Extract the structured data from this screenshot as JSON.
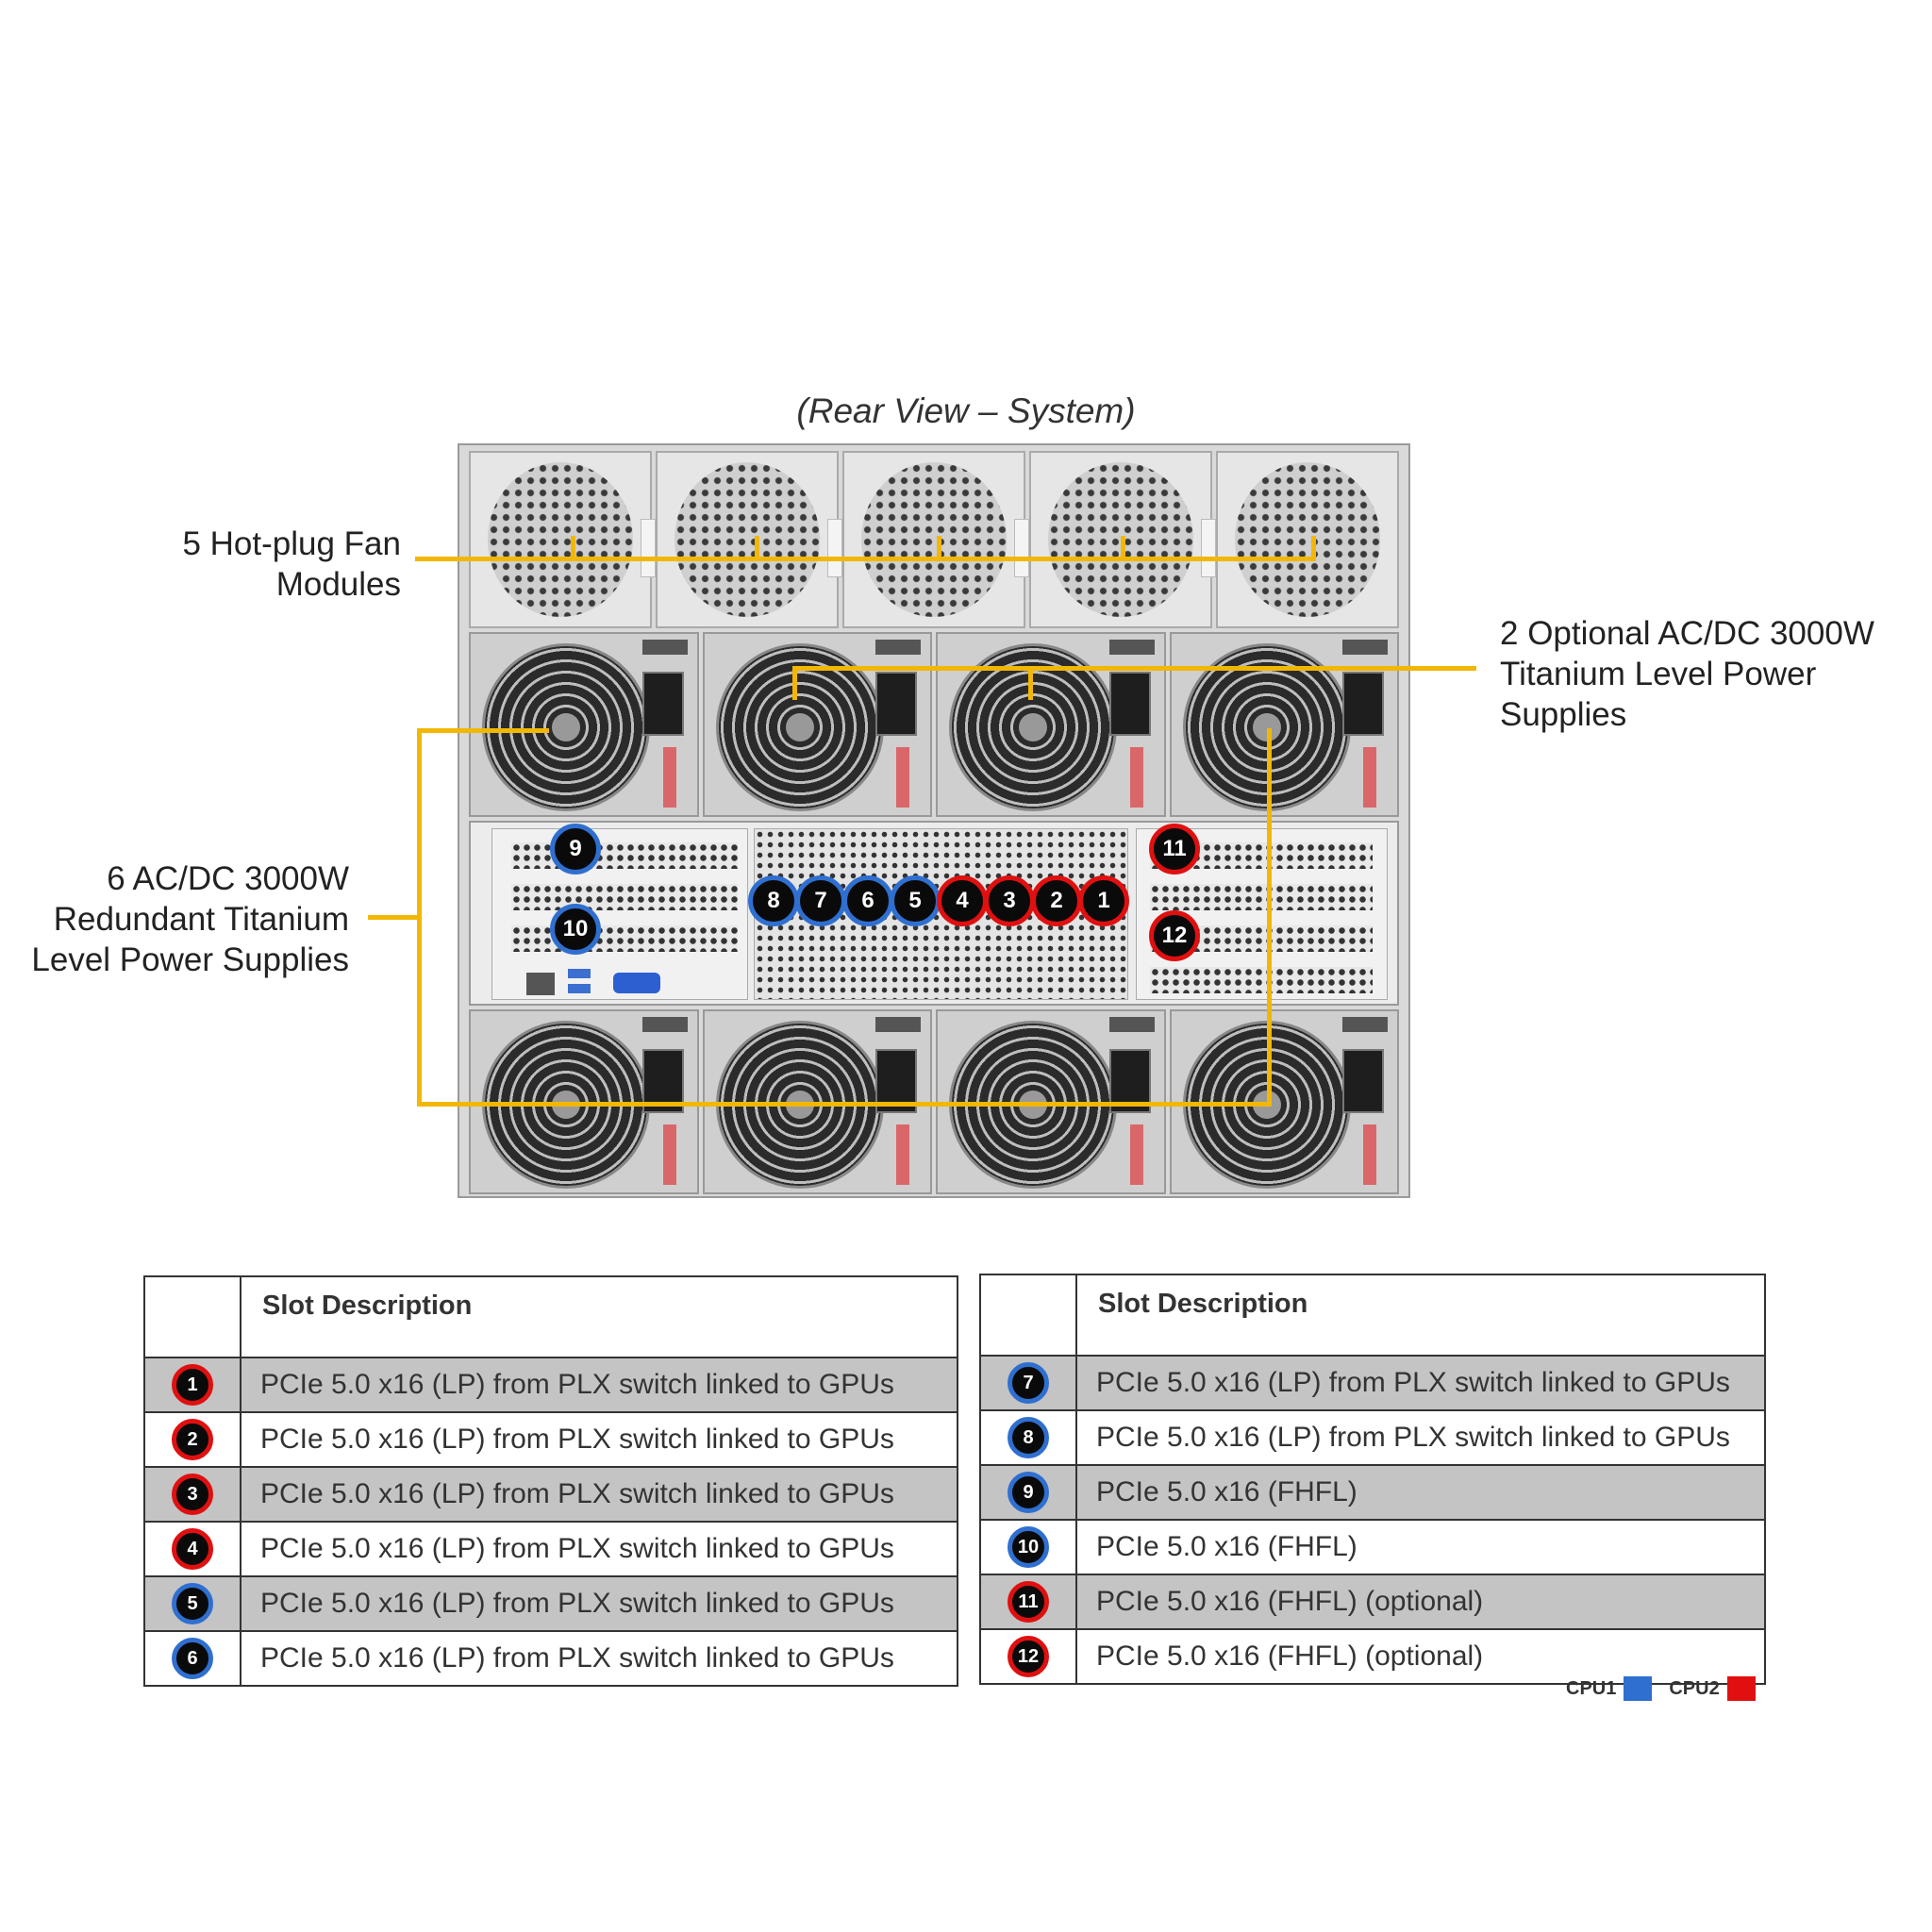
{
  "caption": "(Rear View – System)",
  "callouts": {
    "fans": [
      "5 Hot-plug Fan",
      "Modules"
    ],
    "optional_psu": [
      "2 Optional AC/DC 3000W",
      "Titanium Level Power",
      "Supplies"
    ],
    "redundant_psu": [
      "6 AC/DC 3000W",
      "Redundant Titanium",
      "Level Power Supplies"
    ]
  },
  "colors": {
    "leader_line": "#f2b705",
    "cpu1": "#2f6fd0",
    "cpu2": "#e01010",
    "row_shade": "#c4c4c4"
  },
  "chassis": {
    "fan_modules": 5,
    "psu_top_row": 4,
    "psu_bottom_row": 4,
    "slot_badges": [
      {
        "num": "9",
        "cpu": "cpu1"
      },
      {
        "num": "10",
        "cpu": "cpu1"
      },
      {
        "num": "8",
        "cpu": "cpu1"
      },
      {
        "num": "7",
        "cpu": "cpu1"
      },
      {
        "num": "6",
        "cpu": "cpu1"
      },
      {
        "num": "5",
        "cpu": "cpu1"
      },
      {
        "num": "4",
        "cpu": "cpu2"
      },
      {
        "num": "3",
        "cpu": "cpu2"
      },
      {
        "num": "2",
        "cpu": "cpu2"
      },
      {
        "num": "1",
        "cpu": "cpu2"
      },
      {
        "num": "11",
        "cpu": "cpu2"
      },
      {
        "num": "12",
        "cpu": "cpu2"
      }
    ]
  },
  "tables": [
    {
      "header": "Slot Description",
      "rows": [
        {
          "num": "1",
          "cpu": "cpu2",
          "desc": "PCIe 5.0 x16 (LP) from PLX switch linked to GPUs"
        },
        {
          "num": "2",
          "cpu": "cpu2",
          "desc": "PCIe 5.0 x16 (LP) from PLX switch linked to GPUs"
        },
        {
          "num": "3",
          "cpu": "cpu2",
          "desc": "PCIe 5.0 x16 (LP) from PLX switch linked to GPUs"
        },
        {
          "num": "4",
          "cpu": "cpu2",
          "desc": "PCIe 5.0 x16 (LP) from PLX switch linked to GPUs"
        },
        {
          "num": "5",
          "cpu": "cpu1",
          "desc": "PCIe 5.0 x16 (LP) from PLX switch linked to GPUs"
        },
        {
          "num": "6",
          "cpu": "cpu1",
          "desc": "PCIe 5.0 x16 (LP) from PLX switch linked to GPUs"
        }
      ]
    },
    {
      "header": "Slot Description",
      "rows": [
        {
          "num": "7",
          "cpu": "cpu1",
          "desc": "PCIe 5.0 x16 (LP) from PLX switch linked to GPUs"
        },
        {
          "num": "8",
          "cpu": "cpu1",
          "desc": "PCIe 5.0 x16 (LP) from PLX switch linked to GPUs"
        },
        {
          "num": "9",
          "cpu": "cpu1",
          "desc": "PCIe 5.0 x16 (FHFL)"
        },
        {
          "num": "10",
          "cpu": "cpu1",
          "desc": "PCIe 5.0 x16 (FHFL)"
        },
        {
          "num": "11",
          "cpu": "cpu2",
          "desc": "PCIe 5.0 x16 (FHFL) (optional)"
        },
        {
          "num": "12",
          "cpu": "cpu2",
          "desc": "PCIe 5.0 x16 (FHFL) (optional)"
        }
      ]
    }
  ],
  "legend": [
    {
      "label": "CPU1",
      "cpu": "cpu1"
    },
    {
      "label": "CPU2",
      "cpu": "cpu2"
    }
  ]
}
